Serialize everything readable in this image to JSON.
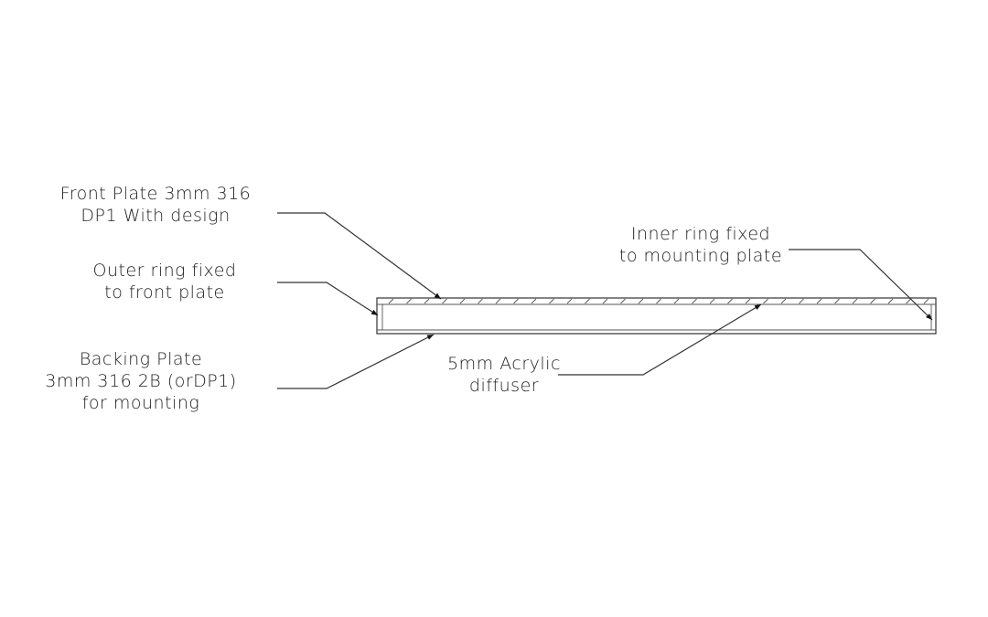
{
  "labels": {
    "front_plate": [
      "Front Plate 3mm 316",
      "DP1 With design"
    ],
    "outer_ring": [
      "Outer ring fixed",
      "to front plate"
    ],
    "backing_plate": [
      "Backing Plate",
      "3mm 316 2B (orDP1)",
      "for mounting"
    ],
    "inner_ring": [
      "Inner ring fixed",
      "to mounting plate"
    ],
    "acrylic": [
      "5mm Acrylic",
      "diffuser"
    ]
  }
}
